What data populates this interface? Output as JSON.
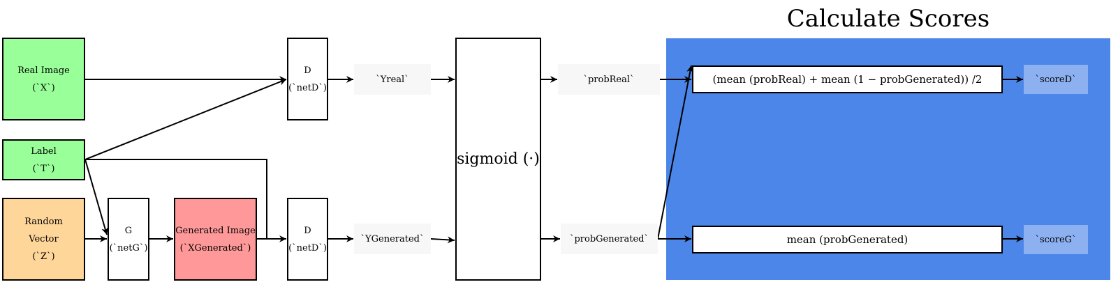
{
  "inputs": {
    "real_image": {
      "name": "Real Image",
      "var": "(`X`)",
      "color": "#99ff99"
    },
    "label": {
      "name": "Label",
      "var": "(`T`)",
      "color": "#99ff99"
    },
    "random_vector": {
      "name_line1": "Random",
      "name_line2": "Vector",
      "var": "(`Z`)",
      "color": "#ffd699"
    }
  },
  "generator": {
    "name": "G",
    "var": "(`netG`)"
  },
  "generated_image": {
    "name": "Generated Image",
    "var": "(`XGenerated`)",
    "color": "#ff9999"
  },
  "discriminator_top": {
    "name": "D",
    "var": "(`netD`)"
  },
  "discriminator_bottom": {
    "name": "D",
    "var": "(`netD`)"
  },
  "outputs": {
    "y_real": "`Yreal`",
    "y_generated": "`YGenerated`"
  },
  "sigmoid": {
    "label": "sigmoid (·)"
  },
  "probabilities": {
    "prob_real": "`probReal`",
    "prob_generated": "`probGenerated`"
  },
  "calculate_scores": {
    "title": "Calculate Scores",
    "panel_color": "#4b86e8",
    "formula_d": "(mean (probReal) + mean (1 − probGenerated)) /2",
    "formula_g": "mean (probGenerated)",
    "score_d": "`scoreD`",
    "score_g": "`scoreG`"
  }
}
